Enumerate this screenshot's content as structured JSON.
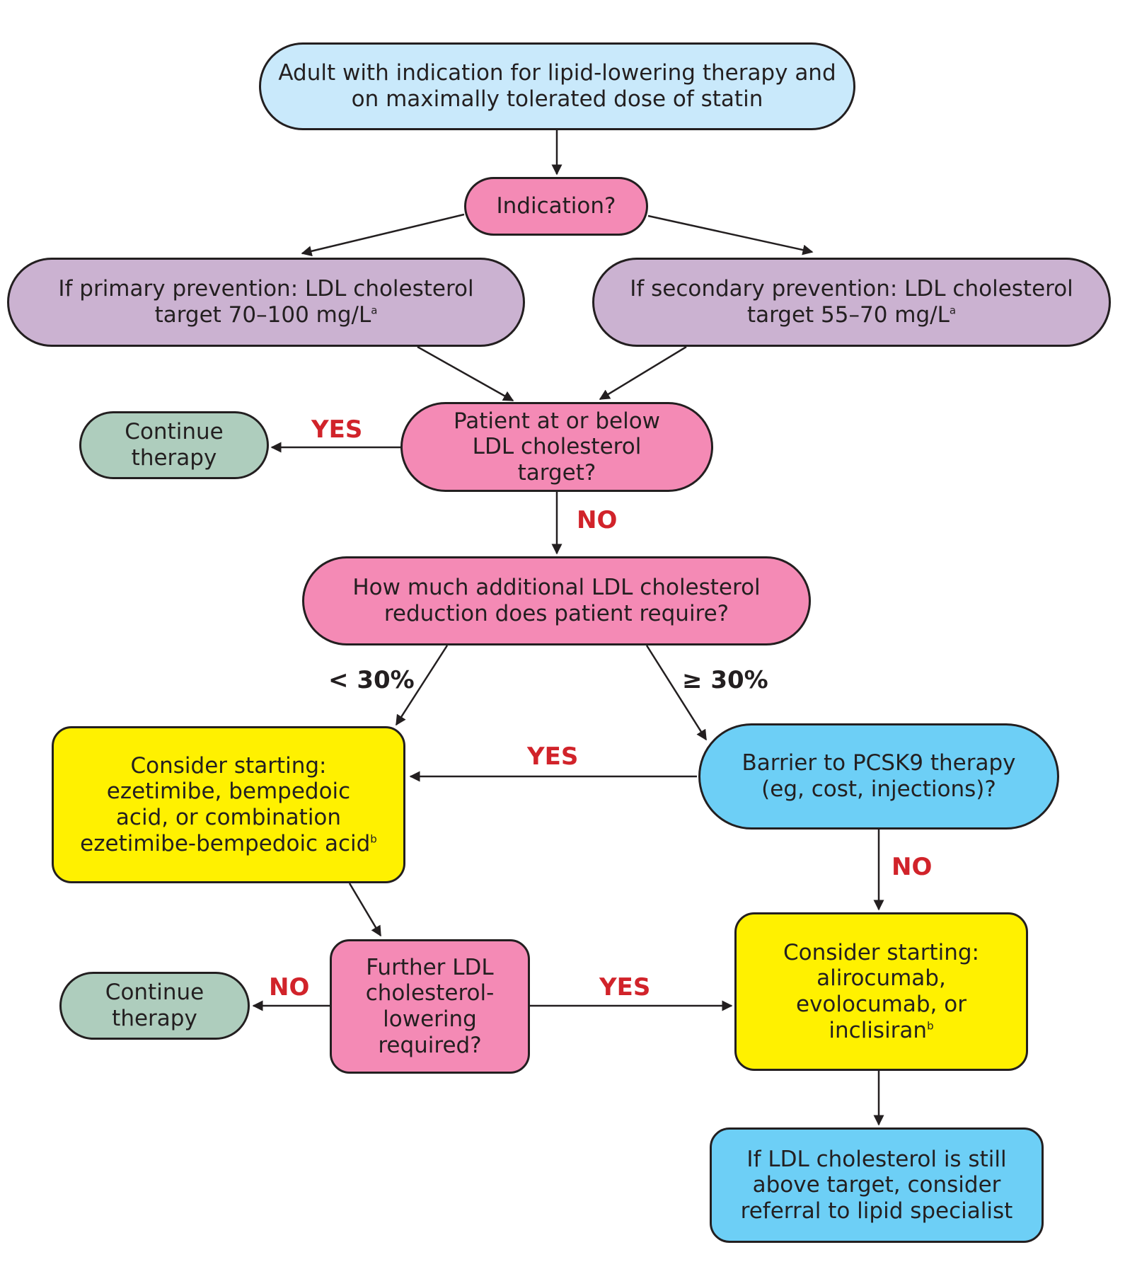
{
  "colors": {
    "start": "#c9e9fb",
    "decision": "#f48ab5",
    "target": "#cbb2d1",
    "continue": "#aecdbd",
    "consider": "#fff100",
    "barrier": "#6dcff6",
    "line": "#231f20",
    "yes_no": "#d1232a"
  },
  "nodes": {
    "start": {
      "text": "Adult with indication for lipid-lowering therapy and on maximally tolerated dose of statin"
    },
    "indication": {
      "text": "Indication?"
    },
    "primary": {
      "text": "If primary prevention: LDL cholesterol target 70–100 mg/L",
      "note": "a"
    },
    "secondary": {
      "text": "If secondary prevention: LDL cholesterol target 55–70 mg/L",
      "note": "a"
    },
    "at_target": {
      "text": "Patient at or below LDL cholesterol target?"
    },
    "continue_1": {
      "text": "Continue therapy"
    },
    "reduction": {
      "text": "How much additional LDL cholesterol reduction does patient require?"
    },
    "consider_oral": {
      "text": "Consider starting: ezetimibe, bempedoic acid, or combination ezetimibe-bempedoic acid",
      "note": "b"
    },
    "barrier": {
      "text": "Barrier to PCSK9 therapy (eg, cost, injections)?"
    },
    "further": {
      "text": "Further LDL cholesterol-lowering required?"
    },
    "continue_2": {
      "text": "Continue therapy"
    },
    "consider_pcsk9": {
      "text": "Consider starting: alirocumab, evolocumab, or inclisiran",
      "note": "b"
    },
    "referral": {
      "text": "If LDL cholesterol is still above target, consider referral to lipid specialist"
    }
  },
  "edge_labels": {
    "yes_target": "YES",
    "no_target": "NO",
    "less_30": "< 30%",
    "more_30": "≥ 30%",
    "yes_barrier": "YES",
    "no_barrier": "NO",
    "no_further": "NO",
    "yes_further": "YES"
  }
}
